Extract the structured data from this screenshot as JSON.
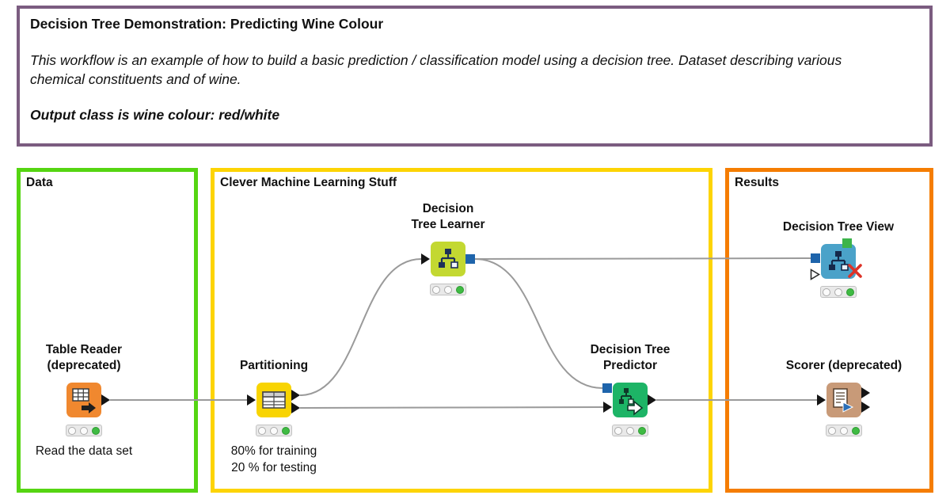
{
  "annotation": {
    "title": "Decision Tree Demonstration: Predicting Wine Colour",
    "body": "This workflow is an example of how to build a basic prediction / classification model using a decision tree. Dataset describing various chemical constituents and  of wine.",
    "footer": "Output class is wine colour: red/white",
    "border_color": "#7b5c80"
  },
  "groups": {
    "data": {
      "label": "Data",
      "border_color": "#55d512"
    },
    "ml": {
      "label": "Clever Machine Learning Stuff",
      "border_color": "#fdd404"
    },
    "results": {
      "label": "Results",
      "border_color": "#f57d02"
    }
  },
  "nodes": {
    "table_reader": {
      "line1": "Table Reader",
      "line2": "(deprecated)",
      "caption": "Read the data set",
      "color": "#f0882f",
      "status": "executed"
    },
    "partitioning": {
      "line1": "Partitioning",
      "caption1": "80% for training",
      "caption2": "20 % for testing",
      "color": "#f8d402",
      "status": "executed"
    },
    "dt_learner": {
      "line1": "Decision",
      "line2": "Tree Learner",
      "color": "#c3d831",
      "status": "executed"
    },
    "dt_predictor": {
      "line1": "Decision Tree",
      "line2": "Predictor",
      "color": "#1db466",
      "status": "executed"
    },
    "dt_view": {
      "line1": "Decision Tree View",
      "color": "#4aa2c9",
      "status": "executed"
    },
    "scorer": {
      "line1": "Scorer (deprecated)",
      "color": "#c89a78",
      "status": "executed"
    }
  },
  "icons": {
    "table_reader": "table-with-arrow",
    "partitioning": "split-table",
    "dt_learner": "decision-tree",
    "dt_predictor": "decision-tree-with-arrow",
    "dt_view": "decision-tree",
    "scorer": "document-with-arrow",
    "error_marker": "red-x"
  },
  "ports": {
    "data_port": "#151515",
    "model_port": "#1e64ab",
    "view_port": "#3cb44a"
  },
  "status_colors": {
    "executed_green": "#3fbb43",
    "idle_dot": "#fbfbfb"
  }
}
